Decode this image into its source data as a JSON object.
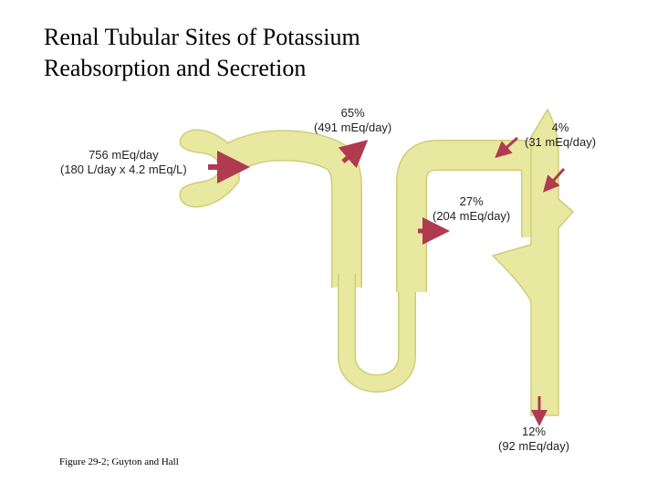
{
  "title": {
    "line1": "Renal Tubular Sites of Potassium",
    "line2": "Reabsorption and Secretion"
  },
  "labels": {
    "filtered": {
      "line1": "756 mEq/day",
      "line2": "(180 L/day x 4.2 mEq/L)"
    },
    "proximal": {
      "line1": "65%",
      "line2": "(491 mEq/day)"
    },
    "loop": {
      "line1": "27%",
      "line2": "(204 mEq/day)"
    },
    "distal": {
      "line1": "4%",
      "line2": "(31 mEq/day)"
    },
    "excreted": {
      "line1": "12%",
      "line2": "(92 mEq/day)"
    }
  },
  "caption": "Figure 29-2; Guyton and Hall",
  "colors": {
    "tubule_fill": "#e9e8a1",
    "tubule_stroke": "#cfcd7a",
    "arrow": "#b03a4f",
    "text": "#231f20"
  }
}
